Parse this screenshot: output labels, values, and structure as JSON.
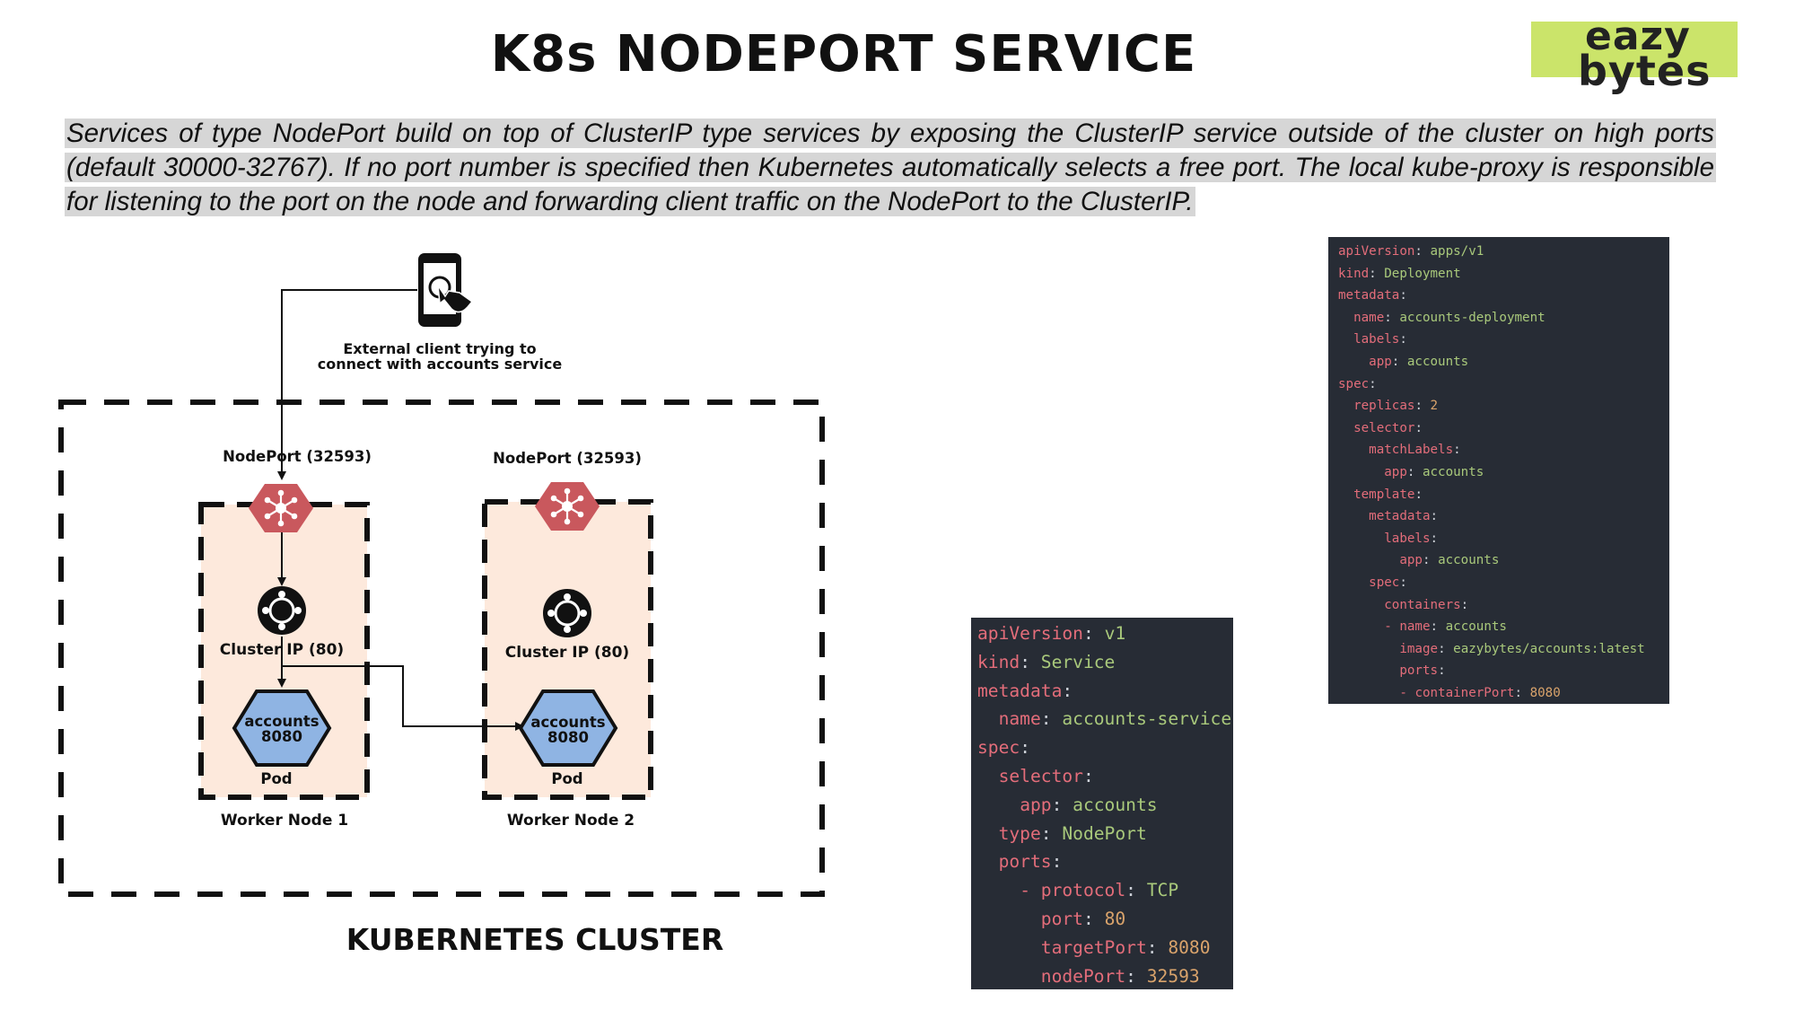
{
  "title": "K8s NODEPORT SERVICE",
  "logo": {
    "line1": "eazy",
    "line2": "bytes"
  },
  "intro": "Services of type NodePort build on top of ClusterIP type services by exposing the ClusterIP service outside of the cluster on high ports (default 30000-32767). If no port number is specified then Kubernetes automatically selects a free port. The local kube-proxy is responsible for listening to the port on the node and forwarding client traffic on the NodePort to the ClusterIP.",
  "diagram": {
    "client_label_1": "External client trying to",
    "client_label_2": "connect with accounts service",
    "cluster_label": "KUBERNETES CLUSTER",
    "nodes": [
      {
        "nodeport": "NodePort (32593)",
        "clusterip": "Cluster IP (80)",
        "pod_name": "accounts",
        "pod_port": "8080",
        "pod_label": "Pod",
        "node_label": "Worker Node 1"
      },
      {
        "nodeport": "NodePort (32593)",
        "clusterip": "Cluster IP (80)",
        "pod_name": "accounts",
        "pod_port": "8080",
        "pod_label": "Pod",
        "node_label": "Worker Node 2"
      }
    ],
    "colors": {
      "node_fill": "#fde9dc",
      "hex_red": "#c9585d",
      "pod_fill": "#8fb4e3",
      "border": "#111111"
    },
    "icons": [
      "phone-tap-icon",
      "nodeport-hexagon-icon",
      "cluster-ip-icon",
      "pod-hexagon-icon"
    ]
  },
  "deployment_yaml": [
    {
      "indent": 0,
      "key": "apiVersion",
      "value": "apps/v1"
    },
    {
      "indent": 0,
      "key": "kind",
      "value": "Deployment"
    },
    {
      "indent": 0,
      "key": "metadata",
      "value": ""
    },
    {
      "indent": 1,
      "key": "name",
      "value": "accounts-deployment"
    },
    {
      "indent": 1,
      "key": "labels",
      "value": ""
    },
    {
      "indent": 2,
      "key": "app",
      "value": "accounts"
    },
    {
      "indent": 0,
      "key": "spec",
      "value": ""
    },
    {
      "indent": 1,
      "key": "replicas",
      "value": "2",
      "numeric": true
    },
    {
      "indent": 1,
      "key": "selector",
      "value": ""
    },
    {
      "indent": 2,
      "key": "matchLabels",
      "value": ""
    },
    {
      "indent": 3,
      "key": "app",
      "value": "accounts"
    },
    {
      "indent": 1,
      "key": "template",
      "value": ""
    },
    {
      "indent": 2,
      "key": "metadata",
      "value": ""
    },
    {
      "indent": 3,
      "key": "labels",
      "value": ""
    },
    {
      "indent": 4,
      "key": "app",
      "value": "accounts"
    },
    {
      "indent": 2,
      "key": "spec",
      "value": ""
    },
    {
      "indent": 3,
      "key": "containers",
      "value": ""
    },
    {
      "indent": 3,
      "key": "name",
      "value": "accounts",
      "dash": true
    },
    {
      "indent": 4,
      "key": "image",
      "value": "eazybytes/accounts:latest"
    },
    {
      "indent": 4,
      "key": "ports",
      "value": ""
    },
    {
      "indent": 4,
      "key": "containerPort",
      "value": "8080",
      "dash": true,
      "numeric": true
    }
  ],
  "service_yaml": [
    {
      "indent": 0,
      "key": "apiVersion",
      "value": "v1"
    },
    {
      "indent": 0,
      "key": "kind",
      "value": "Service"
    },
    {
      "indent": 0,
      "key": "metadata",
      "value": ""
    },
    {
      "indent": 1,
      "key": "name",
      "value": "accounts-service"
    },
    {
      "indent": 0,
      "key": "spec",
      "value": ""
    },
    {
      "indent": 1,
      "key": "selector",
      "value": ""
    },
    {
      "indent": 2,
      "key": "app",
      "value": "accounts"
    },
    {
      "indent": 1,
      "key": "type",
      "value": "NodePort"
    },
    {
      "indent": 1,
      "key": "ports",
      "value": ""
    },
    {
      "indent": 2,
      "key": "protocol",
      "value": "TCP",
      "dash": true
    },
    {
      "indent": 3,
      "key": "port",
      "value": "80",
      "numeric": true
    },
    {
      "indent": 3,
      "key": "targetPort",
      "value": "8080",
      "numeric": true
    },
    {
      "indent": 3,
      "key": "nodePort",
      "value": "32593",
      "numeric": true
    }
  ],
  "code_colors": {
    "key": "#e36d7a",
    "string": "#a9c97b",
    "number": "#d9a36b",
    "background": "#272c35"
  }
}
